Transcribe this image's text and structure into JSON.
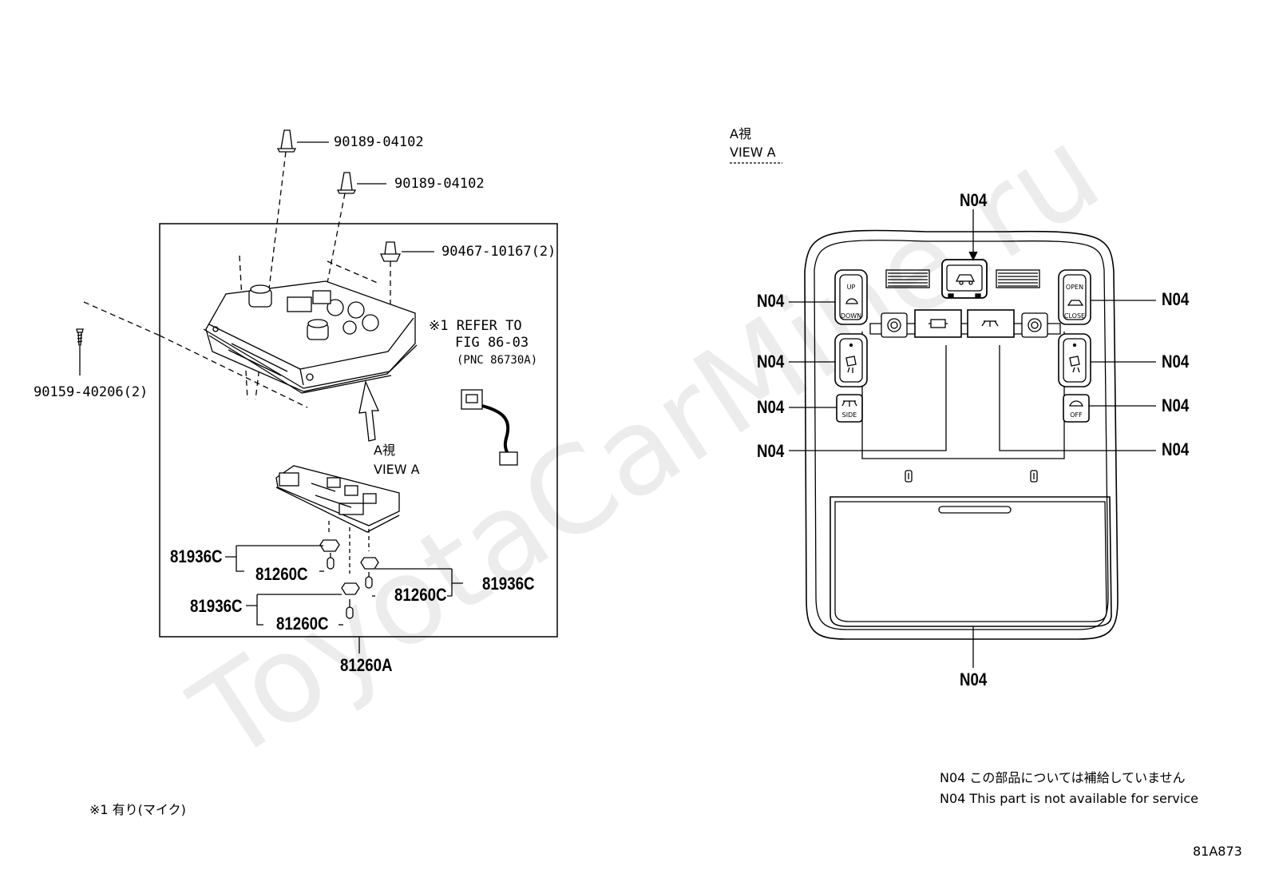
{
  "watermark": "ToyotaCarMine.ru",
  "left_view": {
    "clip_top": "90189-04102",
    "clip_second": "90189-04102",
    "clip_right": "90467-10167(2)",
    "screw_left": "90159-40206(2)",
    "refer_line1": "※1 REFER TO",
    "refer_line2": "FIG 86-03",
    "refer_line3": "(PNC 86730A)",
    "view_jp": "A視",
    "view_en": "VIEW A",
    "assembly": "81260A",
    "socket_1": "81936C",
    "bulb_1": "81260C",
    "socket_2": "81936C",
    "bulb_2": "81260C",
    "socket_3": "81936C",
    "bulb_3": "81260C"
  },
  "right_view": {
    "title_jp": "A視",
    "title_en": "VIEW A",
    "callout": "N04",
    "buttons": {
      "up": "UP",
      "down": "DOWN",
      "open": "OPEN",
      "close": "CLOSE",
      "side": "SIDE",
      "off": "OFF"
    }
  },
  "notes": {
    "footnote": "※1 有り(マイク)",
    "n04_jp": "N04 この部品については補給していません",
    "n04_en": "N04 This part is not available for service"
  },
  "figure_id": "81A873"
}
